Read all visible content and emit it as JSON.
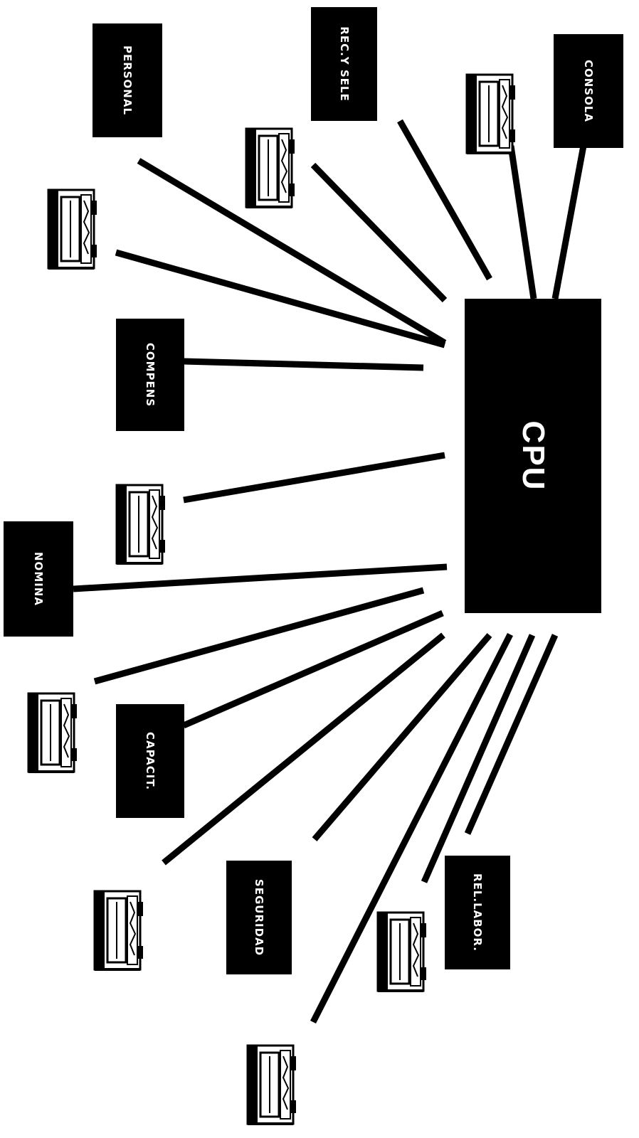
{
  "diagram": {
    "ink_color": "#000000",
    "paper_color": "#ffffff",
    "cpu": {
      "label": "CPU"
    },
    "modules": [
      {
        "id": "consola",
        "label": "CONSOLA"
      },
      {
        "id": "rec-y-sele",
        "label": "REC.Y SELE"
      },
      {
        "id": "personal",
        "label": "PERSONAL"
      },
      {
        "id": "compens",
        "label": "COMPENS"
      },
      {
        "id": "nomina",
        "label": "NOMINA"
      },
      {
        "id": "capacit",
        "label": "CAPACIT."
      },
      {
        "id": "seguridad",
        "label": "SEGURIDAD"
      },
      {
        "id": "rel-labor",
        "label": "REL.LABOR."
      }
    ],
    "terminal_icon": "computer-terminal-icon"
  }
}
